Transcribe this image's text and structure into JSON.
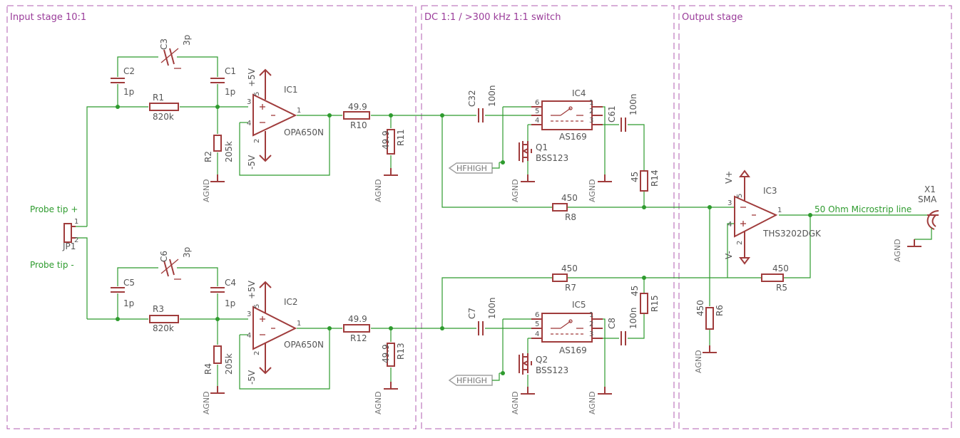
{
  "frames": {
    "input": "Input stage 10:1",
    "switch": "DC 1:1 / >300 kHz 1:1 switch",
    "output": "Output stage"
  },
  "nets": {
    "probe_plus": "Probe tip +",
    "probe_minus": "Probe tip -",
    "microstrip": "50 Ohm Microstrip line",
    "hfhigh": "HFHIGH"
  },
  "parts": {
    "JP1": "JP1",
    "C1": {
      "name": "C1",
      "value": "1p"
    },
    "C2": {
      "name": "C2",
      "value": "1p"
    },
    "C3": {
      "name": "C3",
      "value": "3p"
    },
    "C4": {
      "name": "C4",
      "value": "1p"
    },
    "C5": {
      "name": "C5",
      "value": "1p"
    },
    "C6": {
      "name": "C6",
      "value": "3p"
    },
    "C7": {
      "name": "C7",
      "value": "100n"
    },
    "C8": {
      "name": "C8",
      "value": "100n"
    },
    "C32": {
      "name": "C32",
      "value": "100n"
    },
    "C61": {
      "name": "C61",
      "value": "100n"
    },
    "R1": {
      "name": "R1",
      "value": "820k"
    },
    "R2": {
      "name": "R2",
      "value": "205k"
    },
    "R3": {
      "name": "R3",
      "value": "820k"
    },
    "R4": {
      "name": "R4",
      "value": "205k"
    },
    "R5": {
      "name": "R5",
      "value": "450"
    },
    "R6": {
      "name": "R6",
      "value": "450"
    },
    "R7": {
      "name": "R7",
      "value": "450"
    },
    "R8": {
      "name": "R8",
      "value": "450"
    },
    "R10": {
      "name": "R10",
      "value": "49.9"
    },
    "R11": {
      "name": "R11",
      "value": "49.9"
    },
    "R12": {
      "name": "R12",
      "value": "49.9"
    },
    "R13": {
      "name": "R13",
      "value": "49.9"
    },
    "R14": {
      "name": "R14",
      "value": "45"
    },
    "R15": {
      "name": "R15",
      "value": "45"
    },
    "IC1": {
      "name": "IC1",
      "value": "OPA650N"
    },
    "IC2": {
      "name": "IC2",
      "value": "OPA650N"
    },
    "IC3": {
      "name": "IC3",
      "value": "THS3202DGK"
    },
    "IC4": {
      "name": "IC4",
      "value": "AS169"
    },
    "IC5": {
      "name": "IC5",
      "value": "AS169"
    },
    "Q1": {
      "name": "Q1",
      "value": "BSS123"
    },
    "Q2": {
      "name": "Q2",
      "value": "BSS123"
    },
    "X1": {
      "name": "X1",
      "value": "SMA"
    }
  },
  "supplies": {
    "pos": "+5V",
    "neg": "-5V",
    "vpos": "V+",
    "vneg": "V-",
    "gnd": "AGND"
  },
  "pins": {
    "p1": "1",
    "p2": "2",
    "p3": "3",
    "p4": "4",
    "p5": "5",
    "p6": "6",
    "plus": "+",
    "minus": "-"
  }
}
